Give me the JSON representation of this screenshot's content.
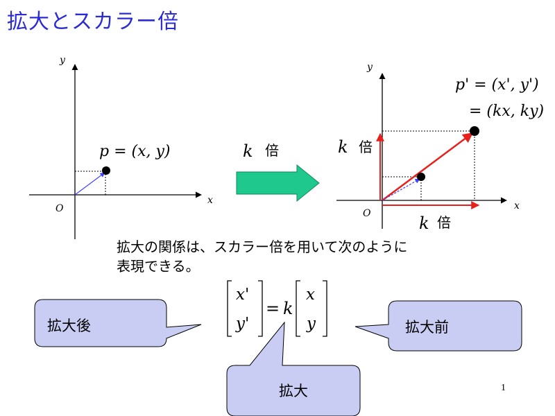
{
  "title": "拡大とスカラー倍",
  "left_plot": {
    "x_axis_label": "x",
    "y_axis_label": "y",
    "origin_label": "O",
    "point_label": "p = (x, y)"
  },
  "transform_arrow": {
    "label_k": "k",
    "label_bai": "倍"
  },
  "right_plot": {
    "x_axis_label": "x",
    "y_axis_label": "y",
    "origin_label": "O",
    "point_label_line1": "p' = (x', y')",
    "point_label_line2": "= (kx, ky)",
    "vertical_scale_k": "k",
    "vertical_scale_bai": "倍",
    "horizontal_scale_k": "k",
    "horizontal_scale_bai": "倍"
  },
  "explanation": {
    "line1": "拡大の関係は、スカラー倍を用いて次のように",
    "line2": "表現できる。"
  },
  "equation": {
    "lhs_top": "x'",
    "lhs_bottom": "y'",
    "equals": "=",
    "scalar": "k",
    "rhs_top": "x",
    "rhs_bottom": "y"
  },
  "callouts": {
    "after": "拡大後",
    "before": "拡大前",
    "scale": "拡大"
  },
  "page_number": "1",
  "colors": {
    "title": "#2b2bd6",
    "callout_fill": "#c9cdf3",
    "arrow_fill": "#1fc88c",
    "scaled_vector": "#e8201c",
    "original_vector": "#4040ff"
  }
}
